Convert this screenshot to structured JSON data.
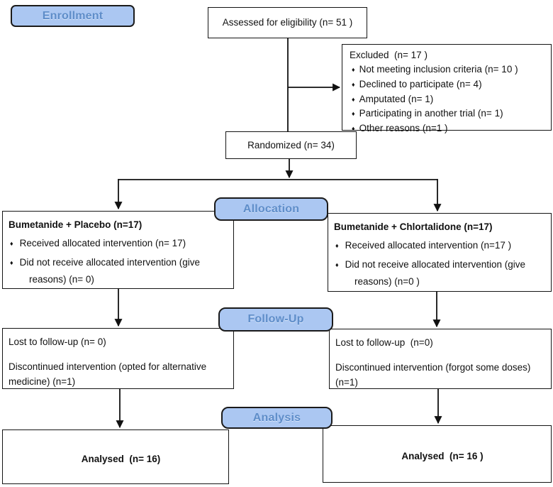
{
  "bullet_icon": "♦",
  "colors": {
    "background": "#ffffff",
    "stage_fill": "#abc7f2",
    "stage_border": "#1b1b1b",
    "stage_text": "#5e8dc9",
    "box_border": "#141414",
    "line_color": "#111111"
  },
  "stages": {
    "enrollment": "Enrollment",
    "allocation": "Allocation",
    "followup": "Follow-Up",
    "analysis": "Analysis"
  },
  "boxes": {
    "assessed": {
      "text": "Assessed for eligibility (n= 51 )"
    },
    "excluded": {
      "title": "Excluded  (n= 17 )",
      "items": [
        "Not meeting inclusion criteria (n= 10 )",
        "Declined to participate (n= 4)",
        "Amputated (n= 1)",
        "Participating in another trial (n= 1)",
        "Other reasons (n=1 )"
      ]
    },
    "randomized": {
      "text": "Randomized (n= 34)"
    },
    "allocation_left": {
      "title": "Bumetanide + Placebo (n=17)",
      "items": [
        "Received allocated intervention (n= 17)",
        "Did not receive allocated intervention (give reasons) (n= 0)"
      ]
    },
    "allocation_right": {
      "title": "Bumetanide + Chlortalidone (n=17)",
      "items": [
        "Received allocated intervention (n=17 )",
        "Did not receive allocated intervention (give reasons) (n=0 )"
      ]
    },
    "followup_left": {
      "lines": [
        "Lost to follow-up (n= 0)",
        "Discontinued intervention (opted for alternative medicine) (n=1)"
      ]
    },
    "followup_right": {
      "lines": [
        "Lost to follow-up  (n=0)",
        "Discontinued intervention (forgot some doses) (n=1)"
      ]
    },
    "analysis_left": {
      "text": "Analysed  (n= 16)"
    },
    "analysis_right": {
      "text": "Analysed  (n= 16 )"
    }
  }
}
